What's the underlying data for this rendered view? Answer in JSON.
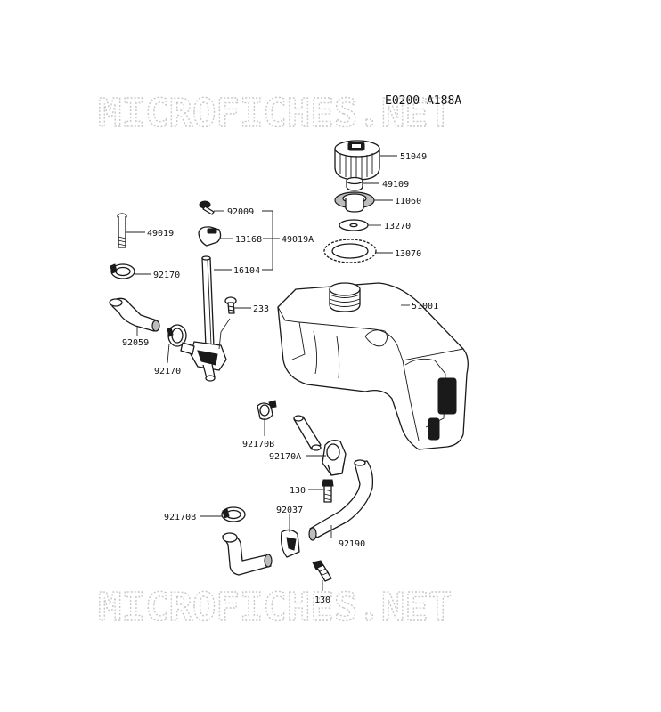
{
  "reference_code": "E0200-A188A",
  "watermark": "MICROFICHES.NET",
  "callouts": [
    {
      "id": "51049",
      "label": "51049"
    },
    {
      "id": "49109",
      "label": "49109"
    },
    {
      "id": "11060",
      "label": "11060"
    },
    {
      "id": "13270",
      "label": "13270"
    },
    {
      "id": "13070",
      "label": "13070"
    },
    {
      "id": "51001",
      "label": "51001"
    },
    {
      "id": "92009",
      "label": "92009"
    },
    {
      "id": "49019",
      "label": "49019"
    },
    {
      "id": "13168",
      "label": "13168"
    },
    {
      "id": "49019A",
      "label": "49019A"
    },
    {
      "id": "92170-a",
      "label": "92170"
    },
    {
      "id": "16104",
      "label": "16104"
    },
    {
      "id": "233",
      "label": "233"
    },
    {
      "id": "92059",
      "label": "92059"
    },
    {
      "id": "92170-b",
      "label": "92170"
    },
    {
      "id": "92170B-a",
      "label": "92170B"
    },
    {
      "id": "92170A",
      "label": "92170A"
    },
    {
      "id": "130-a",
      "label": "130"
    },
    {
      "id": "92037",
      "label": "92037"
    },
    {
      "id": "92170B-b",
      "label": "92170B"
    },
    {
      "id": "92190",
      "label": "92190"
    },
    {
      "id": "130-b",
      "label": "130"
    }
  ]
}
